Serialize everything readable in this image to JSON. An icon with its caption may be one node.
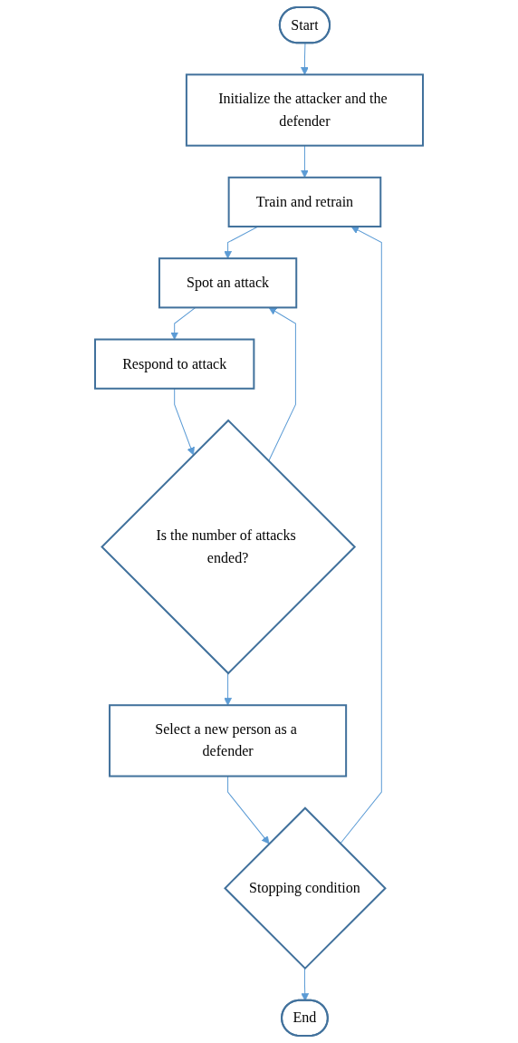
{
  "diagram": {
    "nodes": [
      {
        "text": [
          "Start"
        ]
      },
      {
        "text": [
          "Initialize the attacker and the defender"
        ]
      },
      {
        "text": [
          "Train and retrain"
        ]
      },
      {
        "text": [
          "Spot an attack"
        ]
      },
      {
        "text": [
          "Respond to attack"
        ]
      },
      {
        "text": [
          "Is the number of attacks ended?"
        ]
      },
      {
        "text": [
          "Select a new person as a defender"
        ]
      },
      {
        "text": [
          "Stopping condition"
        ]
      },
      {
        "text": [
          "End"
        ]
      }
    ],
    "edges": [
      {
        "from": 0,
        "to": 1,
        "arrow": "to"
      },
      {
        "from": 1,
        "to": 2,
        "arrow": "to"
      },
      {
        "from": 2,
        "to": 3,
        "arrow": "to"
      },
      {
        "from": 3,
        "to": 4,
        "arrow": "to"
      },
      {
        "from": 4,
        "to": 5,
        "arrow": "to"
      },
      {
        "from": 5,
        "to": 3,
        "arrow": "to"
      },
      {
        "from": 5,
        "to": 6,
        "arrow": "to"
      },
      {
        "from": 6,
        "to": 7,
        "arrow": "to"
      },
      {
        "from": 7,
        "to": 2,
        "arrow": "to"
      },
      {
        "from": 7,
        "to": 8,
        "arrow": "to"
      }
    ]
  }
}
